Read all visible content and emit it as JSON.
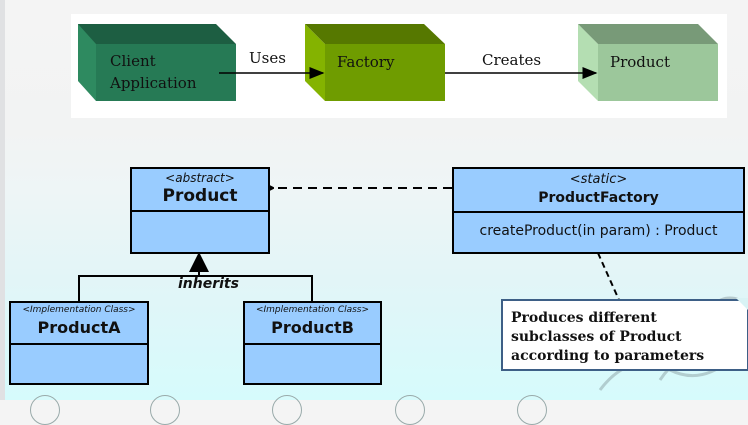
{
  "top_flow": {
    "boxes": [
      {
        "id": "client",
        "lines": [
          "Client",
          "Application"
        ],
        "color_front": "#267a55",
        "color_top": "#1d5e42",
        "color_side": "#2e8a60"
      },
      {
        "id": "factory",
        "lines": [
          "Factory"
        ],
        "color_front": "#6f9c00",
        "color_top": "#567800",
        "color_side": "#84b300"
      },
      {
        "id": "product",
        "lines": [
          "Product"
        ],
        "color_front": "#9cc79b",
        "color_top": "#789a78",
        "color_side": "#b4deb2"
      }
    ],
    "connectors": [
      {
        "label": "Uses",
        "from": "client",
        "to": "factory"
      },
      {
        "label": "Creates",
        "from": "factory",
        "to": "product"
      }
    ]
  },
  "uml": {
    "product": {
      "stereotype": "<abstract>",
      "name": "Product"
    },
    "product_factory": {
      "stereotype": "<static>",
      "name": "ProductFactory",
      "method": "createProduct(in param) : Product"
    },
    "product_a": {
      "stereotype": "<Implementation Class>",
      "name": "ProductA"
    },
    "product_b": {
      "stereotype": "<Implementation Class>",
      "name": "ProductB"
    },
    "inherits_label": "inherits",
    "fill_color": "#99ccff"
  },
  "note": {
    "lines": [
      "Produces different",
      "subclasses of Product",
      "according to parameters"
    ],
    "border_color": "#3d5f86"
  }
}
